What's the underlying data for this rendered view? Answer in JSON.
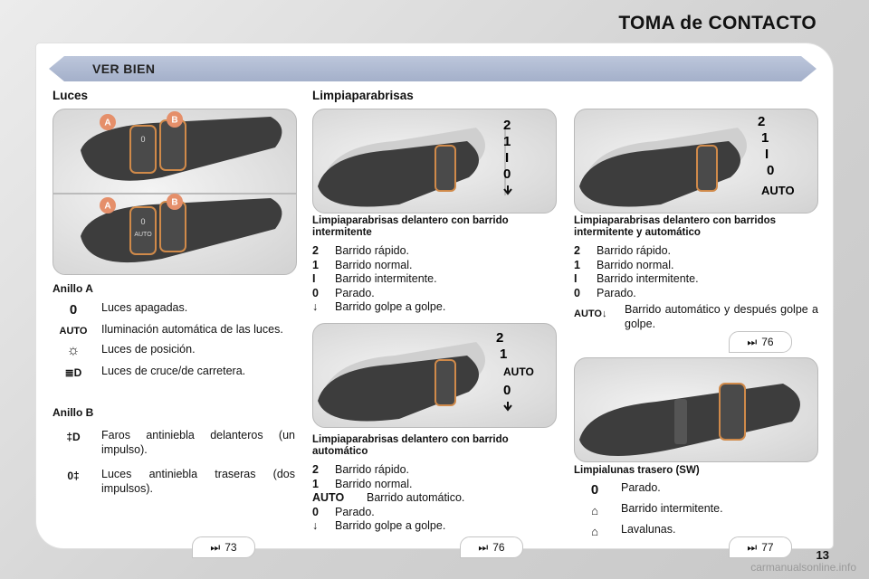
{
  "page_title": "TOMA de CONTACTO",
  "banner": "VER BIEN",
  "sections": {
    "lights": "Luces",
    "wipers": "Limpiaparabrisas"
  },
  "colors": {
    "banner": "#aab4cc",
    "marker": "#e58f6a",
    "ring": "#d08a4a"
  },
  "photo_labels": {
    "a": "A",
    "b": "B",
    "two": "2",
    "one": "1",
    "inter": "I",
    "zero": "0",
    "auto": "AUTO",
    "auto_lever": "AUTO",
    "lever_zero": "0"
  },
  "ring_a": {
    "title": "Anillo A",
    "items": [
      {
        "icon": "lights-off-icon",
        "glyph": "0",
        "text": "Luces apagadas."
      },
      {
        "icon": "auto-icon",
        "glyph": "AUTO",
        "text": "Iluminación automática de las luces."
      },
      {
        "icon": "sidelights-icon",
        "glyph": "☼",
        "text": "Luces de posición."
      },
      {
        "icon": "headlights-icon",
        "glyph": "≣D",
        "text": "Luces de cruce/de carretera."
      }
    ]
  },
  "ring_b": {
    "title": "Anillo B",
    "items": [
      {
        "icon": "front-fog-icon",
        "glyph": "‡D",
        "text": "Faros antiniebla delanteros (un impulso)."
      },
      {
        "icon": "rear-fog-icon",
        "glyph": "0‡",
        "text": "Luces antiniebla traseras (dos impulsos)."
      }
    ]
  },
  "wiper_intermittent": {
    "caption": "Limpiaparabrisas delantero con barrido intermitente",
    "rows": [
      {
        "key": "2",
        "text": "Barrido rápido."
      },
      {
        "key": "1",
        "text": "Barrido normal."
      },
      {
        "key": "I",
        "text": "Barrido intermitente."
      },
      {
        "key": "0",
        "text": "Parado."
      },
      {
        "key": "↓",
        "text": "Barrido golpe a golpe."
      }
    ]
  },
  "wiper_auto": {
    "caption": "Limpiaparabrisas delantero con barrido automático",
    "rows": [
      {
        "key": "2",
        "text": "Barrido rápido."
      },
      {
        "key": "1",
        "text": "Barrido normal."
      },
      {
        "key": "AUTO",
        "text": "Barrido automático."
      },
      {
        "key": "0",
        "text": "Parado."
      },
      {
        "key": "↓",
        "text": "Barrido golpe a golpe."
      }
    ]
  },
  "wiper_both": {
    "caption": "Limpiaparabrisas delantero con barridos intermitente y automático",
    "rows": [
      {
        "key": "2",
        "text": "Barrido rápido."
      },
      {
        "key": "1",
        "text": "Barrido normal."
      },
      {
        "key": "I",
        "text": "Barrido intermitente."
      },
      {
        "key": "0",
        "text": "Parado."
      }
    ],
    "auto_icon": "AUTO↓",
    "auto_text": "Barrido automático y después golpe a golpe."
  },
  "rear_wiper": {
    "caption": "Limpialunas trasero (SW)",
    "items": [
      {
        "icon": "rear-off-icon",
        "glyph": "0",
        "text": "Parado."
      },
      {
        "icon": "rear-intermittent-icon",
        "glyph": "⌂",
        "text": "Barrido intermitente."
      },
      {
        "icon": "rear-wash-icon",
        "glyph": "⌂",
        "text": "Lavalunas."
      }
    ]
  },
  "refs": {
    "symbol": "⏭",
    "r73": "73",
    "r76_mid": "76",
    "r76_right": "76",
    "r77": "77"
  },
  "page_number": "13",
  "watermark": "carmanualsonline.info"
}
